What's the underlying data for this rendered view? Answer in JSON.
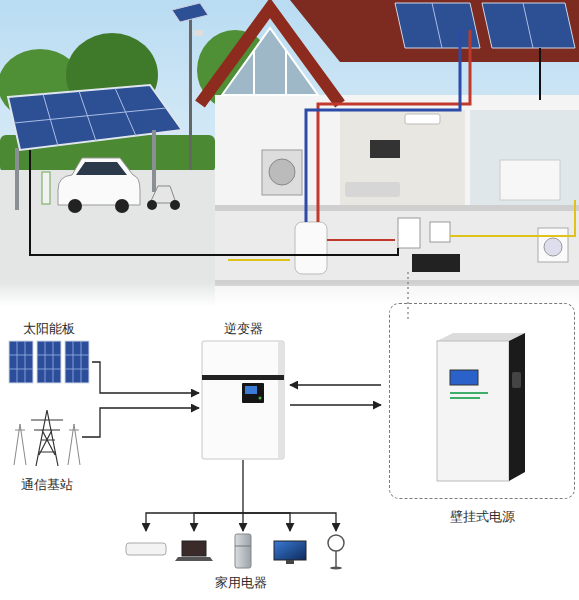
{
  "diagram": {
    "nodes": [
      {
        "text": [
          "太阳能板"
        ]
      },
      {
        "text": [
          "逆变器"
        ]
      },
      {
        "text": [
          "壁挂式电源"
        ]
      },
      {
        "text": [
          "通信基站"
        ]
      },
      {
        "text": [
          "家用电器"
        ]
      }
    ],
    "edges": [
      {
        "from": 0,
        "to": 1,
        "arrow": "to"
      },
      {
        "from": 3,
        "to": 1,
        "arrow": "to"
      },
      {
        "from": 2,
        "to": 1,
        "arrow": "to"
      },
      {
        "from": 1,
        "to": 2,
        "arrow": "to"
      },
      {
        "from": 1,
        "to": 4,
        "arrow": "to"
      }
    ]
  }
}
